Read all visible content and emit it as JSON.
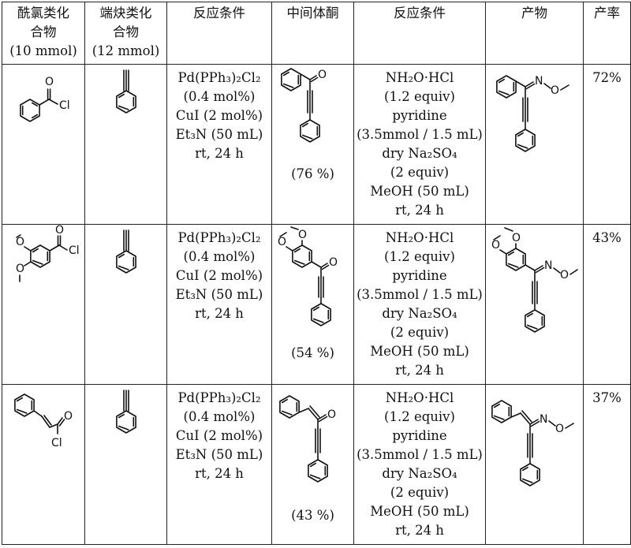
{
  "headers": {
    "acyl": {
      "l1": "酰氯类化",
      "l2": "合物",
      "l3": "(10 mmol)"
    },
    "alkyne": {
      "l1": "端炔类化",
      "l2": "合物",
      "l3": "(12 mmol)"
    },
    "cond1": "反应条件",
    "ketone": "中间体酮",
    "cond2": "反应条件",
    "product": "产物",
    "yield": "产率"
  },
  "conditions1": [
    "Pd(PPh₃)₂Cl₂",
    "(0.4 mol%)",
    "CuI (2 mol%)",
    "Et₃N (50 mL)",
    "rt, 24 h"
  ],
  "conditions2": [
    "NH₂O·HCl",
    "(1.2 equiv)",
    "pyridine",
    "(3.5mmol / 1.5 mL)",
    "dry Na₂SO₄",
    "(2 equiv)",
    "MeOH (50 mL)",
    "rt, 24 h"
  ],
  "atoms": {
    "oxygen": "O",
    "chlorine": "Cl",
    "nitrogen": "N"
  },
  "rows": [
    {
      "ketone_yield": "(76 %)",
      "yield": "72%"
    },
    {
      "ketone_yield": "(54 %)",
      "yield": "43%"
    },
    {
      "ketone_yield": "(43 %)",
      "yield": "37%"
    }
  ]
}
